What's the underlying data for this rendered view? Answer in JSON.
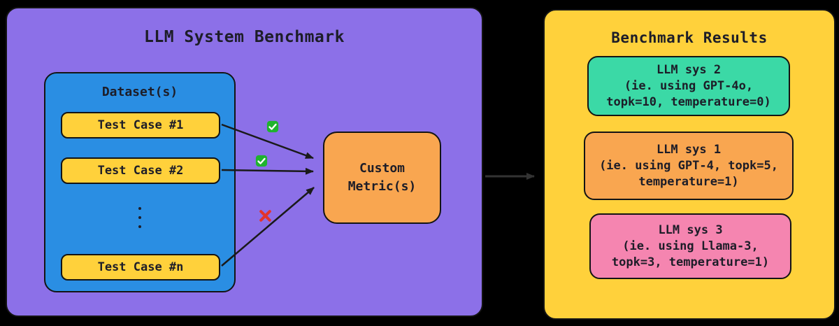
{
  "benchmark_panel": {
    "title": "LLM System Benchmark",
    "dataset": {
      "title": "Dataset(s)",
      "test_cases": [
        {
          "label": "Test Case #1"
        },
        {
          "label": "Test Case #2"
        },
        {
          "label": "Test Case #n"
        }
      ],
      "ellipsis": "⋮"
    },
    "metric": {
      "line1": "Custom",
      "line2": "Metric(s)"
    },
    "markers": {
      "pass1": "check-icon",
      "pass2": "check-icon",
      "fail": "cross-icon"
    }
  },
  "results_panel": {
    "title": "Benchmark Results",
    "results": [
      {
        "name": "LLM sys 2",
        "line2": "(ie. using GPT-4o,",
        "line3": "topk=10, temperature=0)",
        "color": "#3BD9A6"
      },
      {
        "name": "LLM sys 1",
        "line2": "(ie. using GPT-4, topk=5,",
        "line3": "temperature=1)",
        "color": "#F9A650"
      },
      {
        "name": "LLM sys 3",
        "line2": "(ie. using Llama-3,",
        "line3": "topk=3, temperature=1)",
        "color": "#F585B0"
      }
    ]
  },
  "colors": {
    "page_background": "#000000",
    "left_panel": "#8C70E8",
    "dataset_box": "#2A8EE3",
    "test_case": "#FFD13B",
    "metric_box": "#F9A650",
    "results_panel": "#FFD13B",
    "arrow": "#1A1A1A",
    "panel_arrow": "#333333",
    "check_green": "#1FB32E",
    "cross_red": "#E3342B",
    "text": "#1D1D28"
  }
}
